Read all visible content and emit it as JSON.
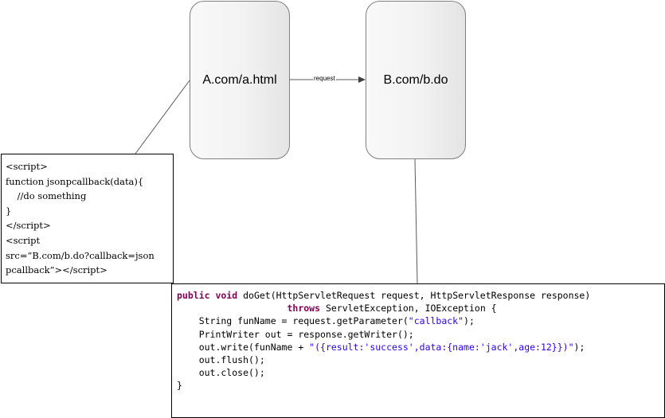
{
  "nodes": {
    "a": "A.com/a.html",
    "b": "B.com/b.do"
  },
  "edge": {
    "label": "request"
  },
  "client_code": [
    "<script>",
    "function jsonpcallback(data){",
    "    //do something",
    "}",
    "</script>",
    "<script",
    "src=”B.com/b.do?callback=json",
    "pcallback”></script>"
  ],
  "server_code": {
    "l1_kw": "public void",
    "l1_rest": " doGet(HttpServletRequest request, HttpServletResponse response)",
    "l2_indent": "                    ",
    "l2_kw": "throws",
    "l2_rest": " ServletException, IOException {",
    "l3": "    String funName = request.getParameter(",
    "l3_str": "\"callback\"",
    "l3_end": ");",
    "l4": "    PrintWriter out = response.getWriter();",
    "l5": "    out.write(funName + ",
    "l5_str": "\"({result:'success',data:{name:'jack',age:12}})\"",
    "l5_end": ");",
    "l6_indent": "    ",
    "l6_out": "out",
    "l6_rest": ".flush();",
    "l7": "    out.close();",
    "l8": "}"
  }
}
